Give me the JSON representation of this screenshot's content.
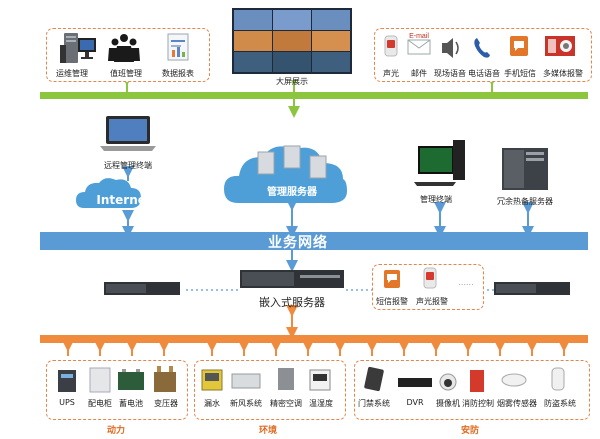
{
  "top": {
    "left_items": [
      "运维管理",
      "值班管理",
      "数据报表"
    ],
    "center_label": "大屏展示",
    "right_items": [
      "声光",
      "邮件",
      "现场语音",
      "电话语音",
      "手机短信",
      "多媒体报警"
    ],
    "email_badge": "E-mail"
  },
  "middle": {
    "remote_terminal": "远程管理终端",
    "internet": "Internet",
    "management_server": "管理服务器",
    "management_terminal": "管理终端",
    "redundant_server": "冗余热备服务器",
    "business_network": "业务网络"
  },
  "embedded": {
    "server_label": "嵌入式服务器",
    "alarms": [
      "短信报警",
      "声光报警"
    ],
    "ellipsis": "......"
  },
  "bottom": {
    "power": {
      "title": "动力",
      "items": [
        "UPS",
        "配电柜",
        "蓄电池",
        "变压器"
      ]
    },
    "environment": {
      "title": "环境",
      "items": [
        "漏水",
        "新风系统",
        "精密空调",
        "温湿度"
      ]
    },
    "security": {
      "title": "安防",
      "items": [
        "门禁系统",
        "DVR",
        "摄像机",
        "消防控制",
        "烟雾传感器",
        "防盗系统"
      ]
    }
  },
  "colors": {
    "green_bus": "#8cc63f",
    "blue_bus": "#5a9bd5",
    "orange_bus": "#f08a3c",
    "dashed_border": "#e8834a",
    "category_text": "#e06a1f"
  }
}
